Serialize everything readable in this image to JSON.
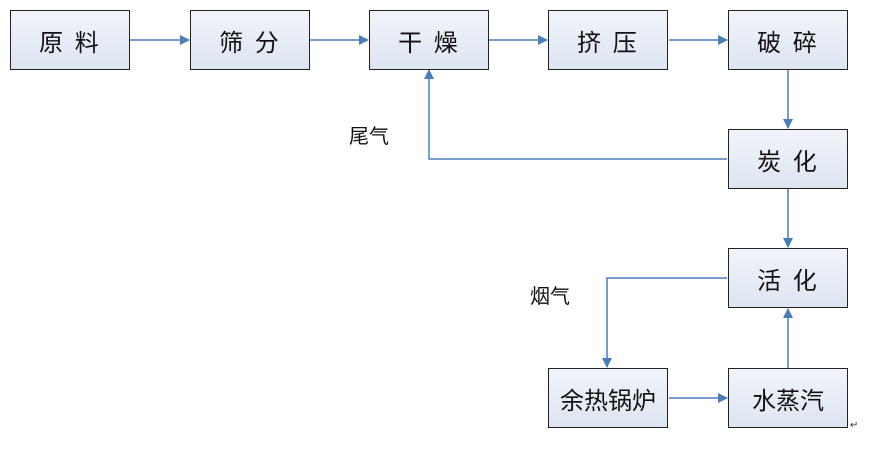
{
  "nodes": {
    "raw_material": "原 料",
    "screening": "筛 分",
    "drying": "干 燥",
    "extrusion": "挤 压",
    "crushing": "破 碎",
    "carbonization": "炭 化",
    "activation": "活 化",
    "waste_heat_boiler": "余热锅炉",
    "steam": "水蒸汽"
  },
  "labels": {
    "tail_gas": "尾气",
    "flue_gas": "烟气"
  },
  "paragraph_mark": "↵",
  "colors": {
    "arrow": "#4a7ebb",
    "box_border": "#222222"
  }
}
